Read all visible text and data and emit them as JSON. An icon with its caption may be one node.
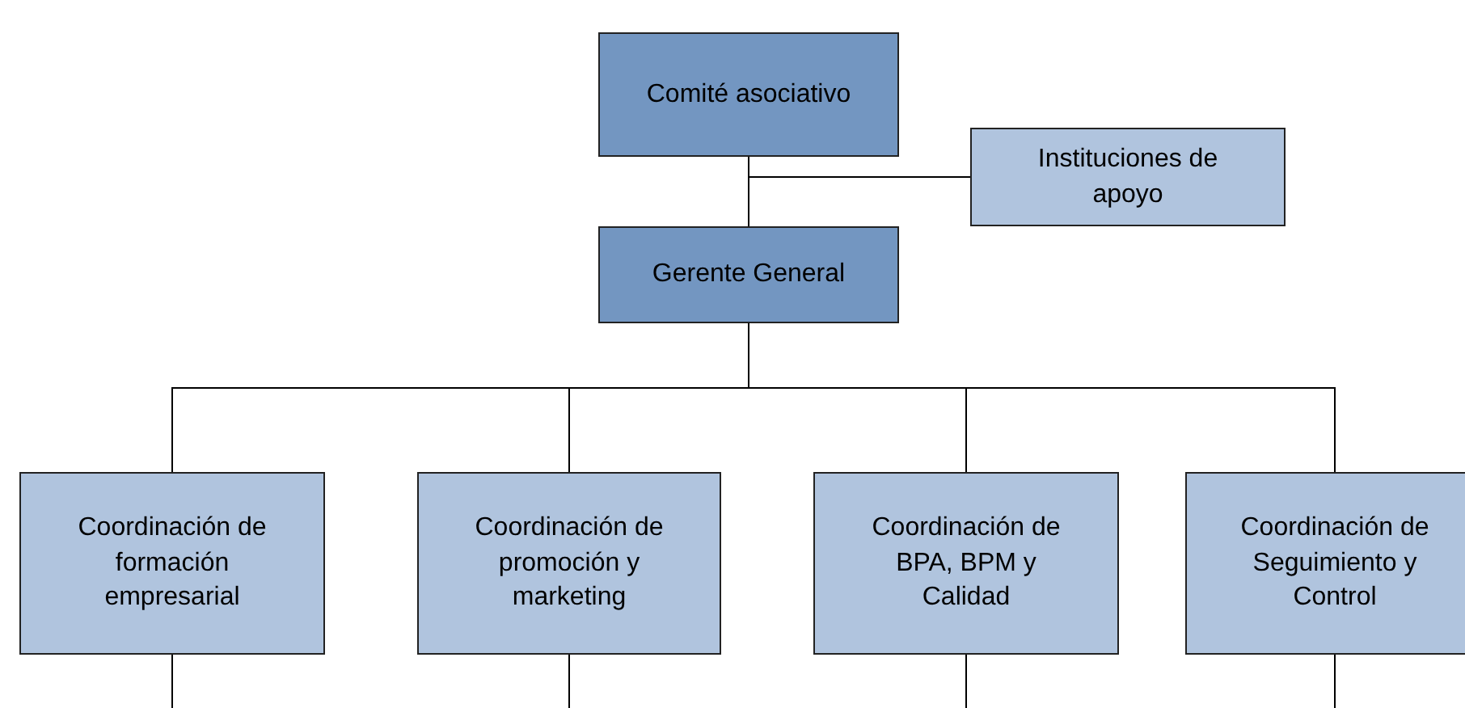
{
  "diagram": {
    "nodes": [
      {
        "text": [
          "Comité asociativo"
        ]
      },
      {
        "text": [
          "Instituciones de apoyo"
        ]
      },
      {
        "text": [
          "Gerente General"
        ]
      },
      {
        "text": [
          "Coordinación de formación empresarial"
        ]
      },
      {
        "text": [
          "Coordinación de promoción y marketing"
        ]
      },
      {
        "text": [
          "Coordinación de BPA, BPM y Calidad"
        ]
      },
      {
        "text": [
          "Coordinación de Seguimiento y Control"
        ]
      }
    ],
    "edges": [
      {
        "from": 0,
        "to": 2,
        "arrow": "none"
      },
      {
        "from": 0,
        "to": 1,
        "arrow": "none"
      },
      {
        "from": 2,
        "to": 3,
        "arrow": "none"
      },
      {
        "from": 2,
        "to": 4,
        "arrow": "none"
      },
      {
        "from": 2,
        "to": 5,
        "arrow": "none"
      },
      {
        "from": 2,
        "to": 6,
        "arrow": "none"
      },
      {
        "from": 3,
        "to": null,
        "arrow": "none"
      },
      {
        "from": 4,
        "to": null,
        "arrow": "none"
      },
      {
        "from": 5,
        "to": null,
        "arrow": "none"
      },
      {
        "from": 6,
        "to": null,
        "arrow": "none"
      }
    ]
  }
}
